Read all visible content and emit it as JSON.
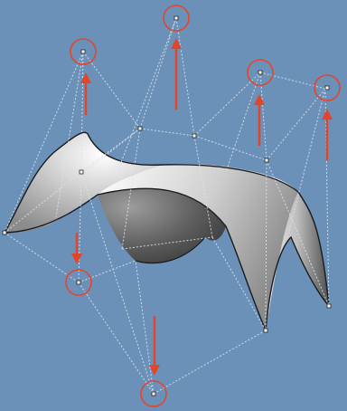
{
  "viewport": {
    "name": "3d-modeling-viewport",
    "background": "#6c91b8"
  },
  "scene": {
    "surface": {
      "name": "nurbs-surface",
      "fill": "#d4d4d4",
      "edge": "#1a1a1a"
    },
    "control_polygon": {
      "name": "control-cage-lines",
      "style": "dotted",
      "color": "#d8e2ee"
    },
    "control_points": {
      "count": 14,
      "color": "#ffffff",
      "outline": "#222222"
    },
    "highlight_color": "#e3452b",
    "highlighted_points": [
      {
        "name": "control-point-top-left",
        "direction": "up"
      },
      {
        "name": "control-point-top-center",
        "direction": "up"
      },
      {
        "name": "control-point-top-right-a",
        "direction": "up"
      },
      {
        "name": "control-point-top-right-b",
        "direction": "up"
      },
      {
        "name": "control-point-lower-left",
        "direction": "down"
      },
      {
        "name": "control-point-bottom-center",
        "direction": "down"
      }
    ]
  }
}
